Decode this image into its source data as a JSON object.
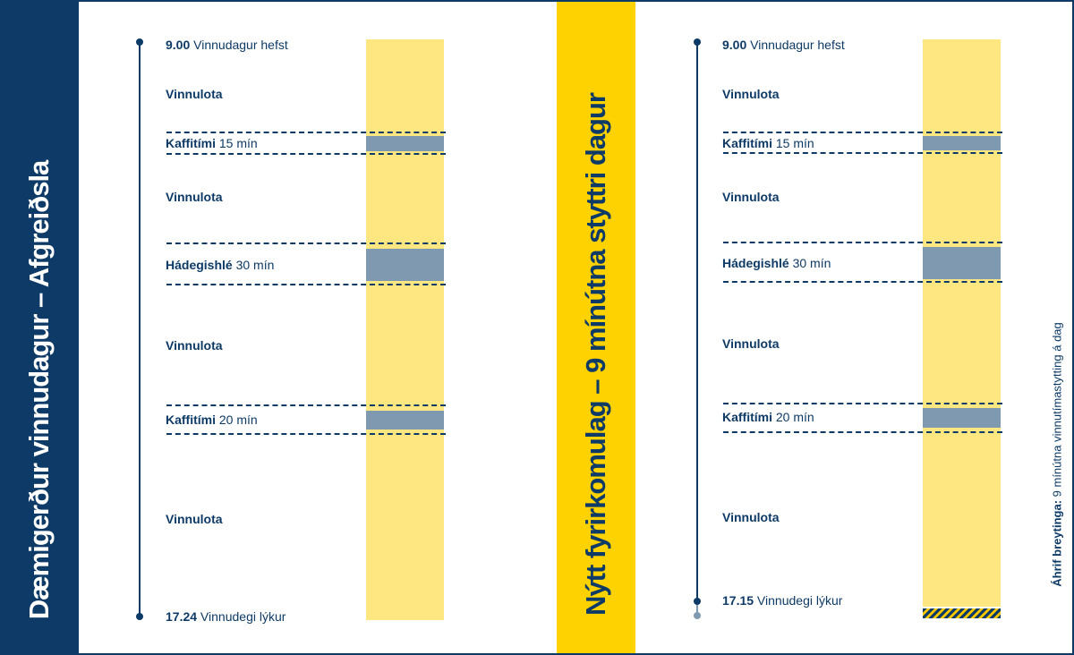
{
  "left_title": "Dæmigerður vinnudagur – Afgreiðsla",
  "middle_title": "Nýtt fyrirkomulag – 9 mínútna styttri dagur",
  "side_note": {
    "bold": "Áhrif breytinga:",
    "text": " 9 mínútna vinnutímastytting á dag"
  },
  "left": {
    "start": {
      "time": "9.00",
      "text": " Vinnudagur hefst"
    },
    "work1": "Vinnulota",
    "coffee1": {
      "bold": "Kaffitími",
      "text": " 15 mín"
    },
    "work2": "Vinnulota",
    "lunch": {
      "bold": "Hádegishlé",
      "text": " 30 mín"
    },
    "work3": "Vinnulota",
    "coffee2": {
      "bold": "Kaffitími",
      "text": " 20 mín"
    },
    "work4": "Vinnulota",
    "end": {
      "time": "17.24",
      "text": " Vinnudegi lýkur"
    }
  },
  "right": {
    "start": {
      "time": "9.00",
      "text": " Vinnudagur hefst"
    },
    "work1": "Vinnulota",
    "coffee1": {
      "bold": "Kaffitími",
      "text": " 15 mín"
    },
    "work2": "Vinnulota",
    "lunch": {
      "bold": "Hádegishlé",
      "text": " 30 mín"
    },
    "work3": "Vinnulota",
    "coffee2": {
      "bold": "Kaffitími",
      "text": " 20 mín"
    },
    "work4": "Vinnulota",
    "end": {
      "time": "17.15",
      "text": " Vinnudegi lýkur"
    }
  },
  "colors": {
    "navy": "#0d3a66",
    "yellow": "#fed100",
    "bar": "#fee680",
    "break": "#7f9ab0"
  }
}
